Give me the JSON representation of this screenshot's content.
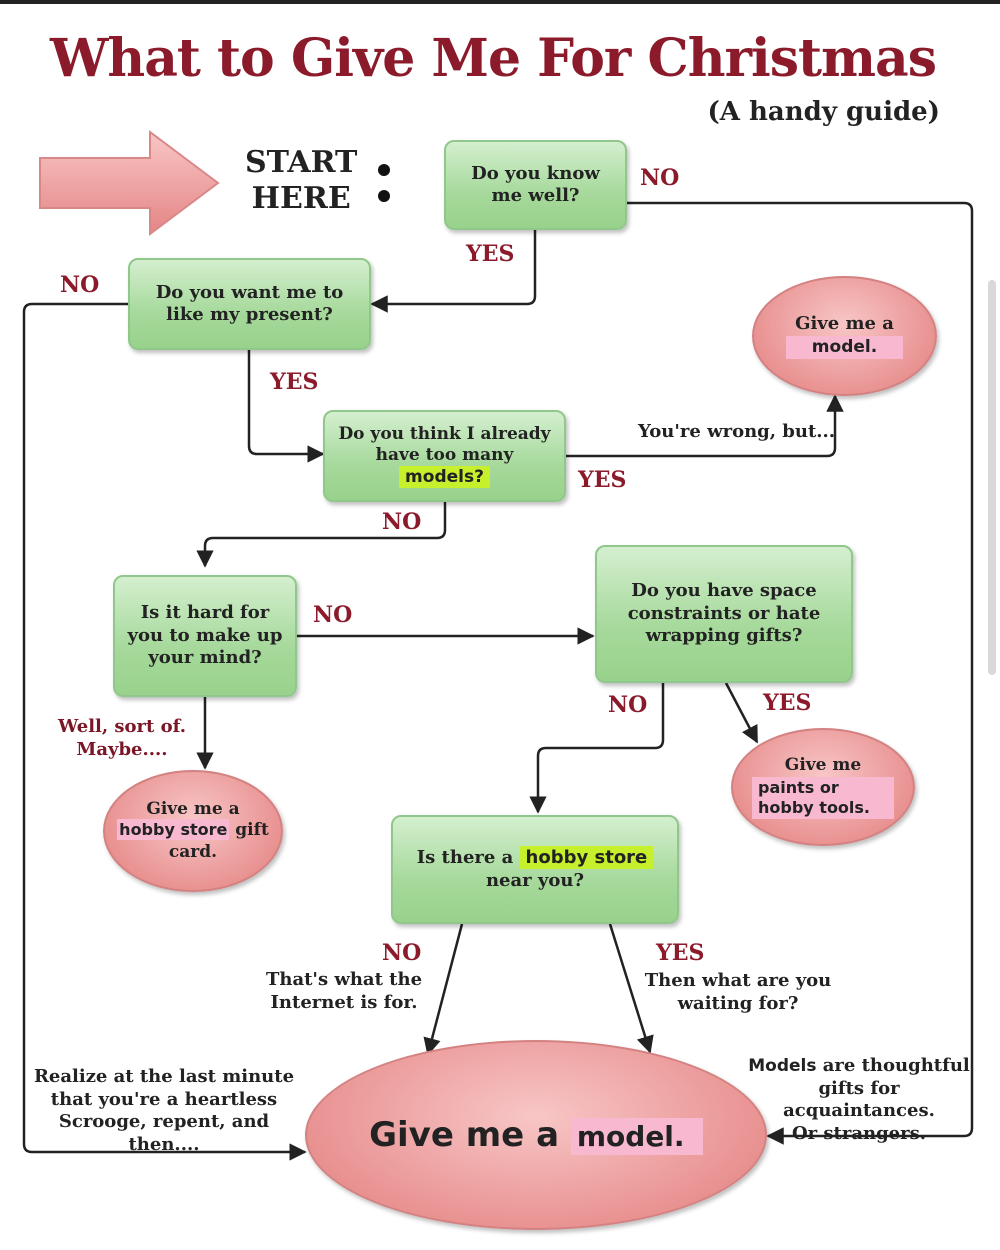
{
  "title": "What to Give Me For Christmas",
  "subtitle": "(A handy guide)",
  "start": {
    "line1": "START",
    "line2": "HERE"
  },
  "nodes": {
    "know_me": "Do you know me well?",
    "want_like": "Do you want me to like my present?",
    "too_many_prefix": "Do you think I already have too many",
    "too_many_highlight": "models?",
    "hard_decide": "Is it hard for you to make up your mind?",
    "space": "Do you have space constraints or hate wrapping gifts?",
    "hobby_near_prefix": "Is there a",
    "hobby_near_highlight": "hobby store",
    "hobby_near_suffix": "near you?"
  },
  "results": {
    "model_top_line1": "Give me a",
    "model_top_line2": "model.",
    "paints_line1": "Give me",
    "paints_line2": "paints or hobby tools.",
    "gift_card_line1": "Give me a",
    "gift_card_hl": "hobby store",
    "gift_card_line2": "gift",
    "gift_card_line3": "card.",
    "final_prefix": "Give me a",
    "final_highlight": "model."
  },
  "labels": {
    "no_know": "NO",
    "yes_know": "YES",
    "no_like": "NO",
    "yes_like": "YES",
    "yes_many": "YES",
    "no_many": "NO",
    "no_hard": "NO",
    "no_space": "NO",
    "yes_space": "YES",
    "no_hobby": "NO",
    "yes_hobby": "YES"
  },
  "notes": {
    "wrong_but": "You're wrong, but...",
    "sort_of_line1": "Well, sort of.",
    "sort_of_line2": "Maybe....",
    "internet_line1": "That's what the",
    "internet_line2": "Internet is for.",
    "waiting_line1": "Then what are you",
    "waiting_line2": "waiting for?",
    "scrooge_line1": "Realize at the last minute",
    "scrooge_line2": "that you're a heartless",
    "scrooge_line3": "Scrooge, repent, and then....",
    "models_prefix": "Models",
    "models_line1_rest": "are thoughtful",
    "models_line2": "gifts for acquaintances.",
    "models_line3": "Or strangers."
  },
  "colors": {
    "title": "#8b1a2b",
    "box": "#a6d99b",
    "oval": "#e88f8f",
    "highlight_green": "#c6ef2c",
    "highlight_pink": "#f7b8d0"
  }
}
